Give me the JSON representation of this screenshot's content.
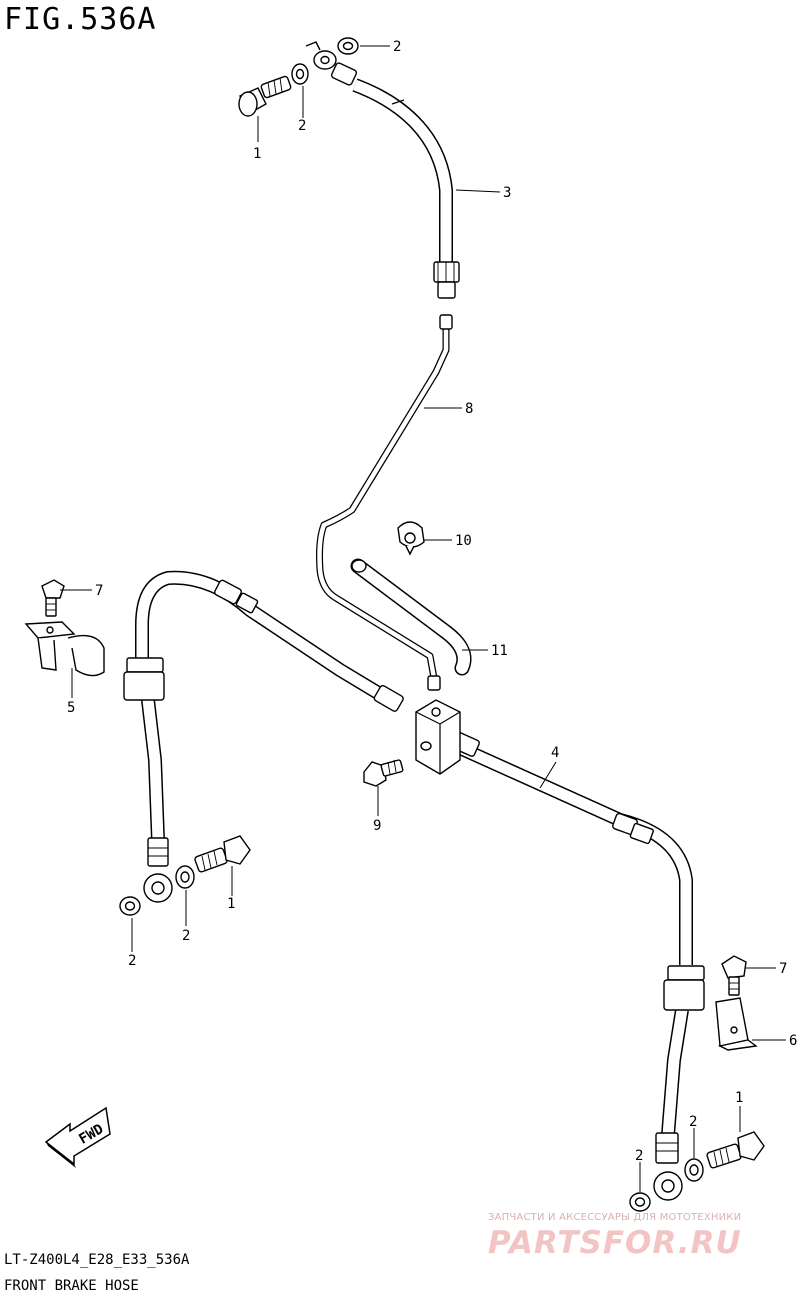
{
  "figure": {
    "title": "FIG.536A",
    "model_code": "LT-Z400L4_E28_E33_536A",
    "name": "FRONT BRAKE HOSE"
  },
  "callouts": {
    "c1a": "1",
    "c2a": "2",
    "c2b": "2",
    "c3": "3",
    "c8": "8",
    "c10": "10",
    "c11": "11",
    "c7a": "7",
    "c5": "5",
    "c4": "4",
    "c9": "9",
    "c1b": "1",
    "c2c": "2",
    "c2d": "2",
    "c7b": "7",
    "c6": "6",
    "c1c": "1",
    "c2e": "2",
    "c2f": "2"
  },
  "direction_badge": "FWD",
  "watermark": {
    "tagline": "ЗАПЧАСТИ И АКСЕССУАРЫ ДЛЯ МОТОТЕХНИКИ",
    "logo": "PARTSFOR.RU"
  },
  "colors": {
    "line": "#000000",
    "background": "#ffffff",
    "watermark": "#f2c4c4"
  }
}
